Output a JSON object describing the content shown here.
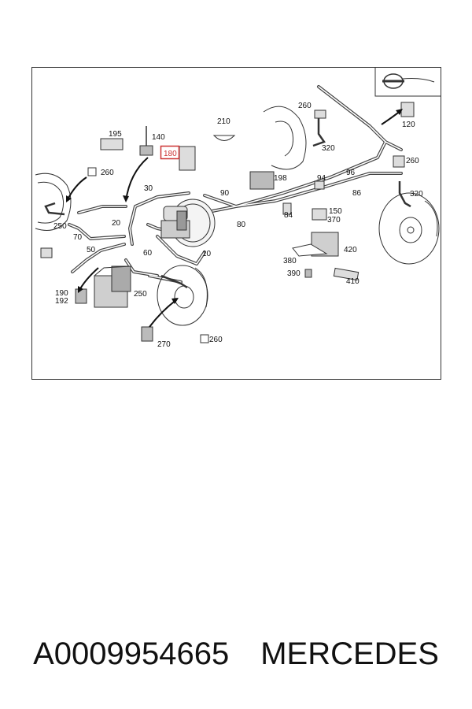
{
  "diagram": {
    "callouts": [
      "195",
      "140",
      "180",
      "210",
      "260",
      "320",
      "120",
      "96",
      "94",
      "86",
      "90",
      "30",
      "198",
      "20",
      "260",
      "250",
      "70",
      "50",
      "60",
      "10",
      "80",
      "84",
      "150",
      "370",
      "420",
      "380",
      "390",
      "410",
      "190",
      "192",
      "250",
      "270",
      "260",
      "260",
      "320"
    ],
    "highlighted_callout": "180",
    "highlight_color": "#cc3333"
  },
  "caption": {
    "part_number": "A0009954665",
    "brand": "MERCEDES"
  }
}
